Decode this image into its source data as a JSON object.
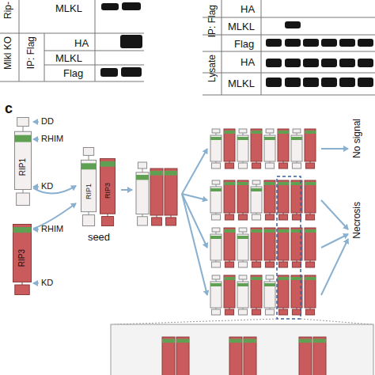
{
  "diagram": {
    "nodes": [
      {
        "text": [
          "RIP1"
        ]
      },
      {
        "text": [
          "RIP3"
        ]
      },
      {
        "text": [
          "seed"
        ]
      },
      {
        "text": [
          "RIP1"
        ],
        "in": 2
      },
      {
        "text": [
          "RIP3"
        ],
        "in": 2
      }
    ],
    "edges": [
      {
        "from": 0,
        "to": 2,
        "arrow": "to"
      },
      {
        "from": 1,
        "to": 2,
        "arrow": "to"
      }
    ],
    "labels": [
      "Rip-",
      "MLKL",
      "Mlkl KO",
      "IP: Flag",
      "HA",
      "MLKL",
      "Flag",
      "IP: Flag",
      "HA",
      "MLKL",
      "Flag",
      "Lysate",
      "HA",
      "MLKL",
      "c",
      "DD",
      "RHIM",
      "KD",
      "RHIM",
      "KD",
      "No signal",
      "Necrosis"
    ]
  }
}
